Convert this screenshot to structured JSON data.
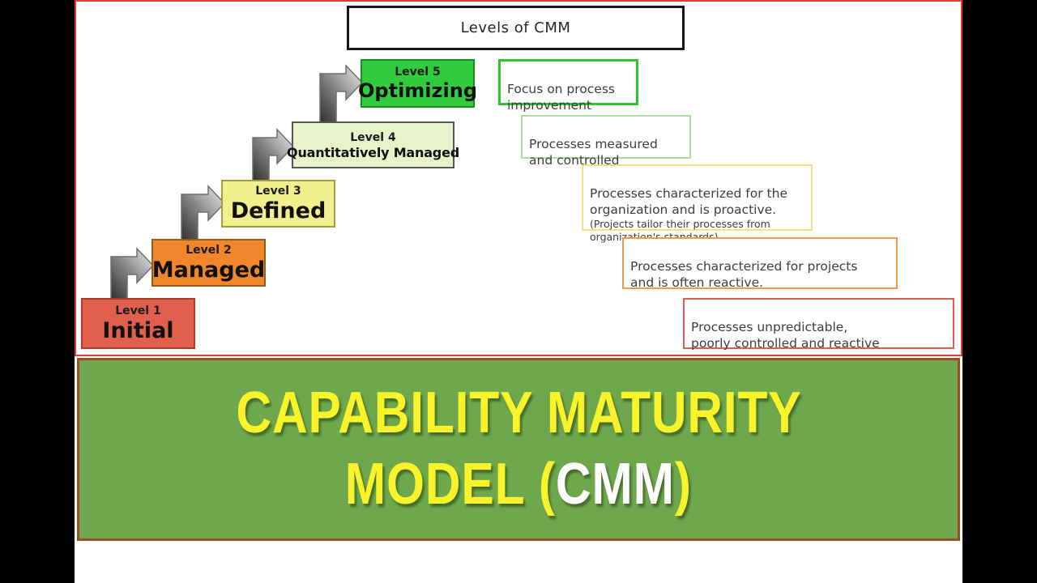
{
  "frame": {
    "outer_background": "#000000",
    "panel_border_color": "#e23b2e"
  },
  "title_box": {
    "label": "Levels of CMM"
  },
  "levels": [
    {
      "label": "Level 5",
      "name": "Optimizing",
      "fill": "#33cb3e",
      "border": "#13911f"
    },
    {
      "label": "Level 4",
      "name": "Quantitatively Managed",
      "fill": "#e7f3ca",
      "border": "#555555"
    },
    {
      "label": "Level 3",
      "name": "Defined",
      "fill": "#f0f08f",
      "border": "#9e9e3a"
    },
    {
      "label": "Level 2",
      "name": "Managed",
      "fill": "#f1862b",
      "border": "#9a5b18"
    },
    {
      "label": "Level 1",
      "name": "Initial",
      "fill": "#e15f4d",
      "border": "#ae3b2a"
    }
  ],
  "descriptions": [
    {
      "level": "Level 5",
      "text": "Focus on process\nimprovement",
      "border": "#2dc52d"
    },
    {
      "level": "Level 4",
      "text": "Processes measured\nand controlled",
      "border": "#afdca4"
    },
    {
      "level": "Level 3",
      "text": "Processes characterized for the\norganization and is proactive.",
      "note": "(Projects tailor their processes from\norganization's standards)",
      "border": "#ede482"
    },
    {
      "level": "Level 2",
      "text": "Processes characterized for projects\nand is often reactive.",
      "border": "#ec9a4f"
    },
    {
      "level": "Level 1",
      "text": "Processes unpredictable,\npoorly controlled and reactive",
      "border": "#da6054"
    }
  ],
  "banner": {
    "line1": "CAPABILITY MATURITY",
    "line2_prefix": "MODEL (",
    "line2_highlight": "CMM",
    "line2_suffix": ")",
    "background": "#6fa84c",
    "border_color": "#98502a",
    "text_color": "#f9f32c",
    "highlight_color": "#ffffff"
  }
}
